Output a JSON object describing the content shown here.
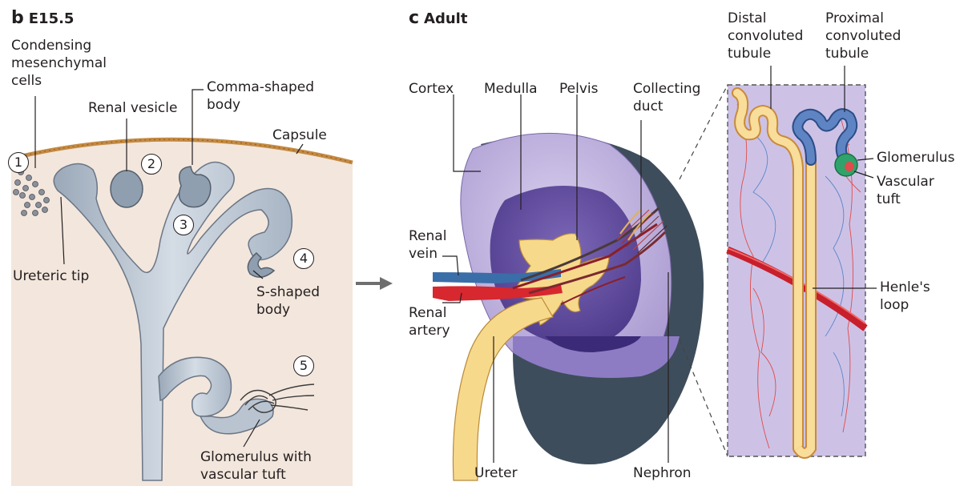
{
  "panel_b": {
    "letter": "b",
    "title": "E15.5"
  },
  "panel_c": {
    "letter": "c",
    "title": "Adult"
  },
  "labels_b": {
    "condensing": "Condensing\nmesenchymal\ncells",
    "renal_vesicle": "Renal vesicle",
    "comma": "Comma-shaped\nbody",
    "capsule": "Capsule",
    "ureteric_tip": "Ureteric tip",
    "s_shaped": "S-shaped\nbody",
    "glomerulus_tuft": "Glomerulus with\nvascular tuft"
  },
  "steps": [
    "1",
    "2",
    "3",
    "4",
    "5"
  ],
  "labels_c": {
    "cortex": "Cortex",
    "medulla": "Medulla",
    "pelvis": "Pelvis",
    "collecting_duct": "Collecting\nduct",
    "renal_vein": "Renal\nvein",
    "renal_artery": "Renal\nartery",
    "ureter": "Ureter",
    "nephron": "Nephron"
  },
  "labels_inset": {
    "distal": "Distal\nconvoluted\ntubule",
    "proximal": "Proximal\nconvoluted\ntubule",
    "glomerulus": "Glomerulus",
    "vascular_tuft": "Vascular\ntuft",
    "henle": "Henle's\nloop"
  },
  "colors": {
    "tissue": "#f3e6dc",
    "capsule": "#c48a42",
    "bud": "#bcc7d3",
    "cortex": "#c5b9e2",
    "medulla": "#6b55a8",
    "outer": "#3e4d5c",
    "pelvis": "#f7d98c",
    "artery": "#d7272f",
    "vein": "#3a6ea8",
    "inset_bg": "#cdc2e6",
    "glomerulus": "#2fa36b"
  }
}
